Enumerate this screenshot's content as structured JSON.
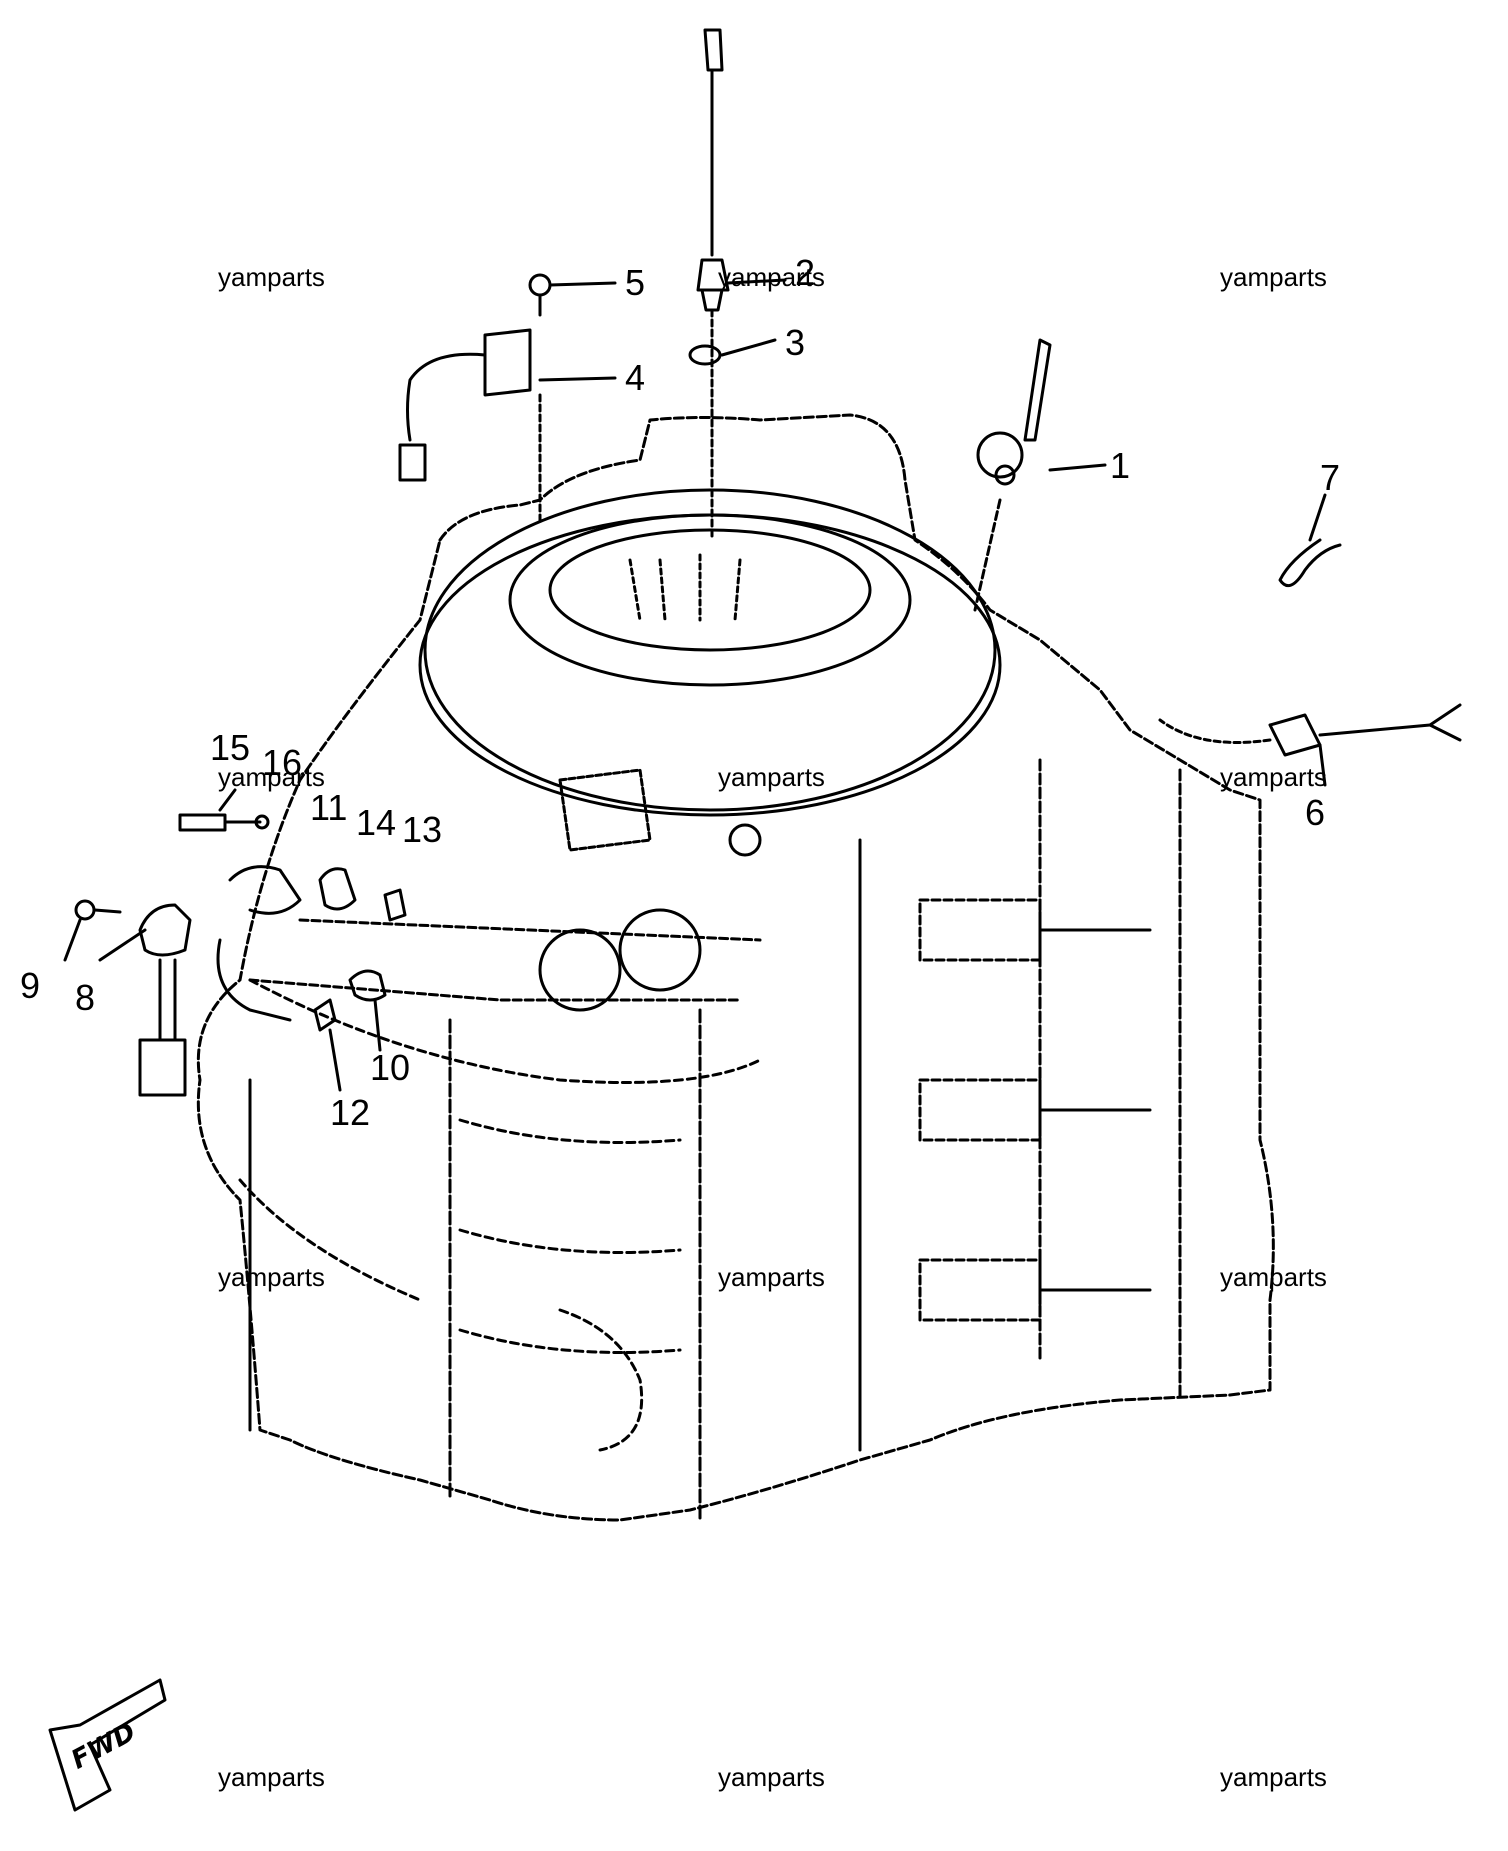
{
  "diagram": {
    "callouts": [
      "1",
      "2",
      "3",
      "4",
      "5",
      "6",
      "7",
      "8",
      "9",
      "10",
      "11",
      "12",
      "13",
      "14",
      "15",
      "16"
    ],
    "direction_label": "FWD",
    "watermark": "yamparts"
  }
}
